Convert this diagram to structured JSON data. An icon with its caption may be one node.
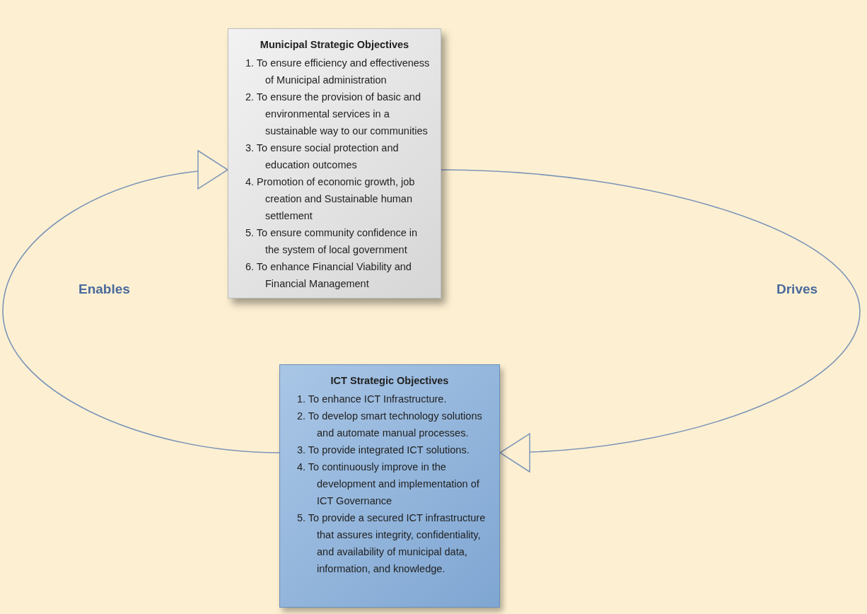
{
  "diagram": {
    "nodes": [
      {
        "text": [
          "Municipal Strategic Objectives",
          "1. To ensure efficiency and effectiveness of Municipal administration",
          "2. To ensure the provision of basic and environmental services in a sustainable way to our communities",
          "3. To ensure social protection and education outcomes",
          "4. Promotion of economic growth, job creation and Sustainable human settlement",
          "5. To ensure community confidence in the system of local government",
          "6. To enhance Financial Viability and Financial Management"
        ]
      },
      {
        "text": [
          "ICT Strategic Objectives",
          "1. To enhance ICT Infrastructure.",
          "2. To develop smart technology solutions and automate manual processes.",
          "3. To provide integrated ICT solutions.",
          "4. To continuously improve in the development and implementation of ICT Governance",
          "5. To provide a secured ICT infrastructure that assures integrity, confidentiality, and availability of municipal data, information, and knowledge."
        ]
      }
    ],
    "edges": [
      {
        "from": 1,
        "to": 0,
        "arrow": "to",
        "label": "Enables"
      },
      {
        "from": 0,
        "to": 1,
        "arrow": "to",
        "label": "Drives"
      }
    ]
  }
}
